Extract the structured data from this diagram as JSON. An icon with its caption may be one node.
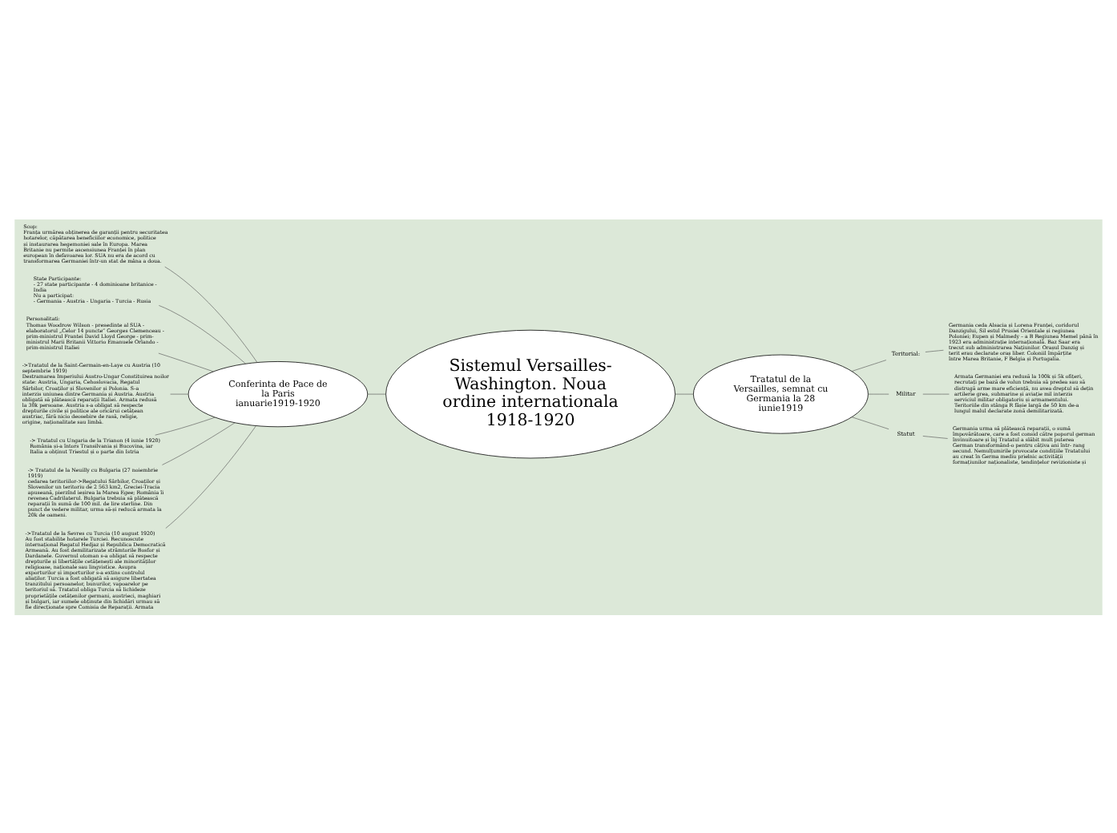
{
  "diagram": {
    "nodes": [
      {
        "text": [
          "Sistemul Versailles-Washington. Noua ordine internationala 1918-1920"
        ]
      },
      {
        "text": [
          "Conferinta de Pace de la Paris ianuarie1919-1920"
        ]
      },
      {
        "text": [
          "Scop:",
          "Franța urmărea obținerea de garanții pentru securitatea hotarelor, căpătarea beneficiilor economice, politice și instaurarea hegemoniei sale în Europa. Marea Britanie nu permite ascensiunea Franței în plan european în defavoarea lor. SUA nu era de acord cu transformarea Germaniei într-un stat de mâna a doua."
        ]
      },
      {
        "text": [
          "State Participante:",
          "- 27 state participante - 4 dominioane britanice - India",
          "Nu a participat:",
          "- Germania - Austria - Ungaria - Turcia - Rusia"
        ]
      },
      {
        "text": [
          "Personalitati:",
          "Thomas Woodrow Wilson - presedinte al SUA - elaboratorul „Celor 14 puncte” Georges Clemenceau - prim-ministrul Frantei David Lloyd George - prim-ministrul Marii Britanii Vittorio Emanuele Orlando - prim-ministrul Italiei"
        ]
      },
      {
        "text": [
          "->Tratatul de la Saint-Germain-en-Laye cu Austria (10 septembrie 1919)",
          "Destramarea Imperiului Austro-Ungar Constituirea noilor state: Austria, Ungaria, Cehoslovacia, Regatul Sârbilor, Croaților și Slovenilor și Polonia. S-a interzis uniunea dintre Germania și Austria. Austria obligată să plătească reparații Italiei. Armata redusă la 30k persoane. Austria s-a obligat să respecte drepturile civile și politice ale oricărui cetățean austriac, fără nicio deosebire de rasă, religie, origine, naționalitate sau limbă."
        ]
      },
      {
        "text": [
          "-> Tratatul cu Ungaria de la Trianon (4 iunie 1920)",
          "România și-a întors Transilvania și Bucovina, iar Italia a obținut Triestul și o parte din Istria"
        ]
      },
      {
        "text": [
          "-> Tratatul de la Neuilly cu Bulgaria (27 noiembrie 1919)",
          "cedarea teritoriilor->Regatului Sârbilor, Croaților și Slovenilor un teritoriu de 2 563 km2, Greciei-Tracia apuseană, pierzînd ieșirea la Marea Egee; România îi revenea Cadrilaterul. Bulgaria trebuia să plătească reparații în sumă de 100 mil. de lire sterline. Din punct de vedere militar, urma să-și reducă armata la 20k de oameni."
        ]
      },
      {
        "text": [
          "->Tratatul de la Sevres cu Turcia (10 august 1920)",
          "Au fost stabilite hotarele Turciei. Recunoscute internațional Regatul Hedjaz și Republica Democratică Armeană. Au fost demilitarizate strâmtorile Bosfor și Dardanele. Guvernul otoman s-a obligat să respecte drepturile și libertățile cetățenești ale minorităților religioase, naționale sau lingvistice. Asupra exporturilor și importurilor s-a extins controlul aliaților. Turcia a fost obligată să asigure libertatea tranzitului persoanelor, bunurilor, vapoarelor pe teritoriul să. Tratatul obliga Turcia să lichideze proprietățile cetățenilor germani, austrieci, maghiari și bulgari, iar sumele obținute din lichidări urmau să fie direcționate spre Comisia de Reparații. Armata"
        ]
      },
      {
        "text": [
          "Tratatul de la Versailles, semnat cu Germania la 28 iunie1919"
        ]
      },
      {
        "text": [
          "Teritorial:"
        ]
      },
      {
        "text": [
          "Germania ceda Alsacia și Lorena Franței, coridorul Danzigului, Sil estul Prusiei Orientale și regiunea Poloniei; Eupen și Malmedy – a B Regiunea Memel până în 1923 era administrație internațională. Baz Saar era trecut sub administrarea Națiunilor. Orașul Danzig și terit erau declarate oraș liber. Coloniil împărțite între Marea Britanie, F Belgia și Portugalia."
        ]
      },
      {
        "text": [
          "Militar"
        ]
      },
      {
        "text": [
          "Armata Germaniei era redusă la 100k și 5k ofițeri, recrutați pe bază de volun trebuia să predea sau să distrugă arme mare eficiență, nu avea dreptul să dețin artilerie grea, submarine și aviație mil interzis serviciul militar obligatoriu și armamentului. Teritoriile din stânga R fâșie largă de 50 km de-a lungul malul declarate zonă demilitarizată."
        ]
      },
      {
        "text": [
          "Statut"
        ]
      },
      {
        "text": [
          "Germania urma să plătească reparații, o sumă împovărătoare, care a fost consid către poporul german învinuitoare și înj Tratatul a slăbit mult puterea German transformând-o pentru câțiva ani într- rang secund. Nemulțumirile provocate condițiile Tratatului au creat în Germa mediu prielnic activității formațiunilor naționaliste, tendințelor revizioniste și"
        ]
      }
    ],
    "edges": [
      {
        "from": 0,
        "to": 1,
        "arrow": "none"
      },
      {
        "from": 1,
        "to": 2,
        "arrow": "none"
      },
      {
        "from": 1,
        "to": 3,
        "arrow": "none"
      },
      {
        "from": 1,
        "to": 4,
        "arrow": "none"
      },
      {
        "from": 1,
        "to": 5,
        "arrow": "none"
      },
      {
        "from": 1,
        "to": 6,
        "arrow": "none"
      },
      {
        "from": 1,
        "to": 7,
        "arrow": "none"
      },
      {
        "from": 1,
        "to": 8,
        "arrow": "none"
      },
      {
        "from": 0,
        "to": 9,
        "arrow": "none"
      },
      {
        "from": 9,
        "to": 10,
        "arrow": "none"
      },
      {
        "from": 10,
        "to": 11,
        "arrow": "none"
      },
      {
        "from": 9,
        "to": 12,
        "arrow": "none"
      },
      {
        "from": 12,
        "to": 13,
        "arrow": "none"
      },
      {
        "from": 9,
        "to": 14,
        "arrow": "none"
      },
      {
        "from": 14,
        "to": 15,
        "arrow": "none"
      }
    ]
  }
}
